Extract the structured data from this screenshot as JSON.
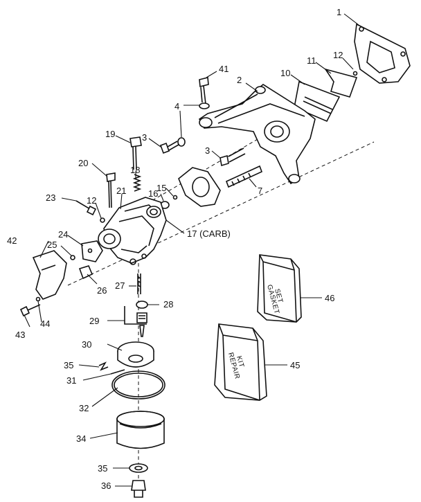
{
  "callouts": {
    "n1": "1",
    "n2": "2",
    "n3a": "3",
    "n3b": "3",
    "n4": "4",
    "n7": "7",
    "n10": "10",
    "n11": "11",
    "n12a": "12",
    "n12b": "12",
    "n15": "15",
    "n16": "16",
    "n17": "17 (CARB)",
    "n18": "18",
    "n19": "19",
    "n20": "20",
    "n21": "21",
    "n23": "23",
    "n24": "24",
    "n25": "25",
    "n26": "26",
    "n27": "27",
    "n28": "28",
    "n29": "29",
    "n30": "30",
    "n31": "31",
    "n32": "32",
    "n34": "34",
    "n35a": "35",
    "n35b": "35",
    "n36": "36",
    "n41": "41",
    "n42": "42",
    "n43": "43",
    "n44": "44",
    "n45": "45",
    "n46": "46"
  },
  "boxes": {
    "gasket_set": {
      "line1": "GASKET",
      "line2": "SET"
    },
    "repair_kit": {
      "line1": "REPAIR",
      "line2": "KIT"
    }
  }
}
